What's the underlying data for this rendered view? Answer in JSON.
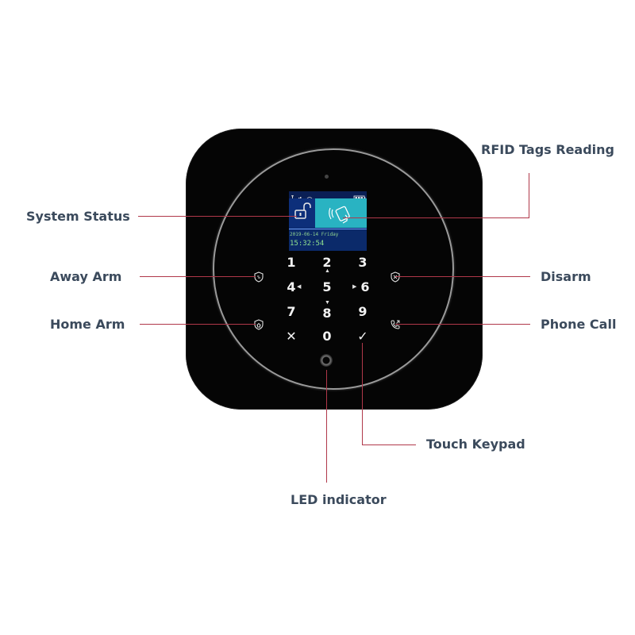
{
  "callouts": {
    "rfid_tags_reading": "RFID Tags Reading",
    "system_status": "System Status",
    "away_arm": "Away Arm",
    "disarm": "Disarm",
    "home_arm": "Home Arm",
    "phone_call": "Phone Call",
    "touch_keypad": "Touch Keypad",
    "led_indicator": "LED indicator"
  },
  "screen": {
    "date_text": "2019-06-14 Friday",
    "time_text": "15:32:54"
  },
  "keypad": {
    "keys": [
      "1",
      "2",
      "3",
      "4",
      "5",
      "6",
      "7",
      "8",
      "9",
      "✕",
      "0",
      "✓"
    ]
  },
  "icons": {
    "away_arm": "shield-away-icon",
    "disarm": "shield-disarm-icon",
    "home_arm": "shield-home-icon",
    "phone_call": "phone-icon",
    "unlock": "unlock-icon",
    "rfid": "rfid-card-icon",
    "camera": "camera-lens-icon",
    "led": "led-icon"
  },
  "colors": {
    "leader_line": "#b0384a",
    "label_text": "#3b4a5c",
    "device_body": "#050505",
    "screen_background": "#0b2a6a",
    "rfid_pane": "#29b3c2"
  }
}
